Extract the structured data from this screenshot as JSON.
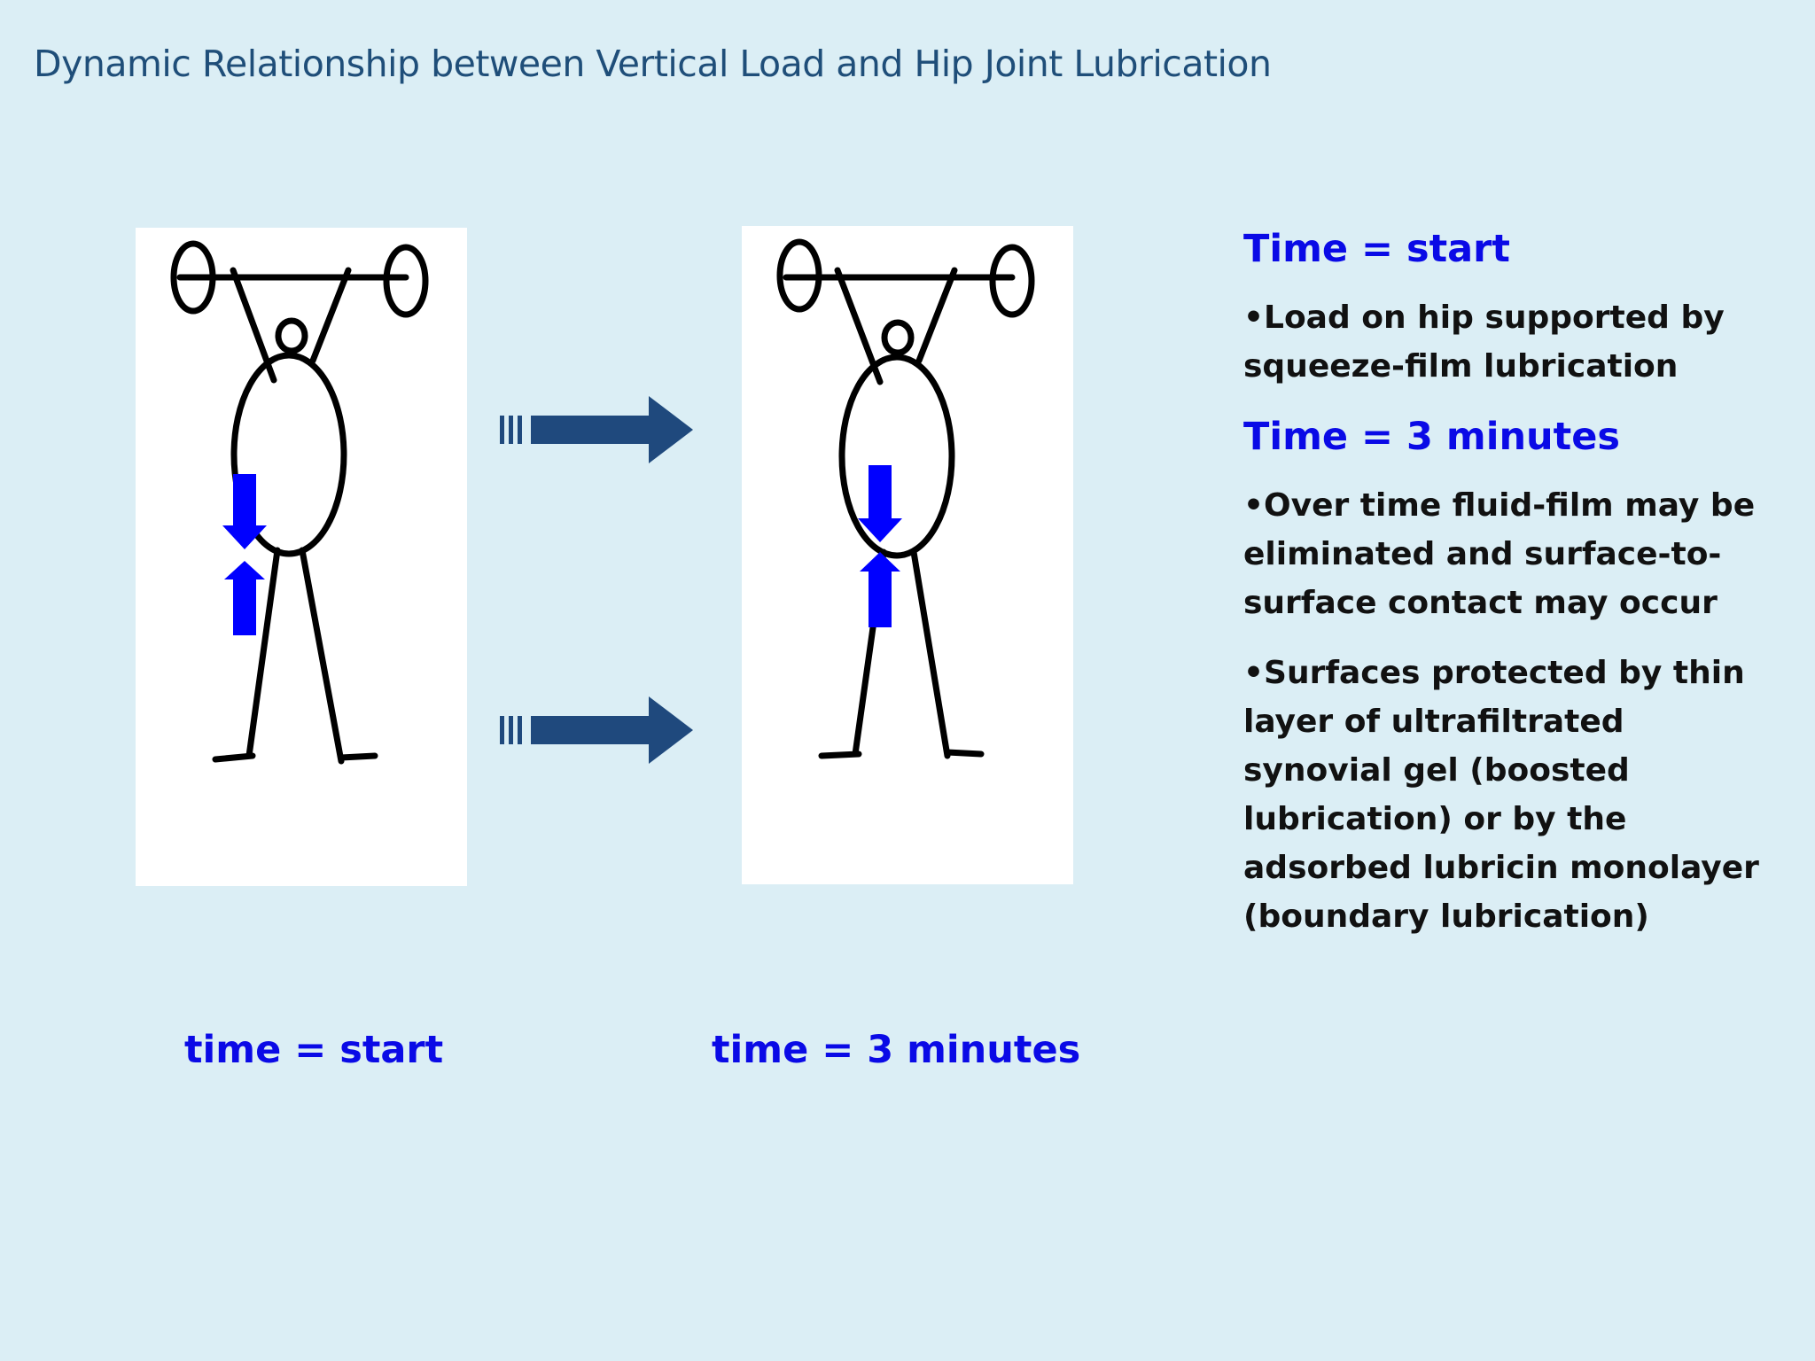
{
  "title": "Dynamic Relationship between Vertical Load and Hip Joint Lubrication",
  "figures": {
    "start_caption": "time = start",
    "three_min_caption": "time = 3 minutes"
  },
  "notes": {
    "heading_start": "Time = start",
    "bullet_start": "•Load on hip supported by squeeze-film lubrication",
    "heading_3min": "Time = 3 minutes",
    "bullet_3min_1": "•Over time fluid-film may be eliminated and surface-to-surface contact may occur",
    "bullet_3min_2": "•Surfaces protected by thin layer of ultrafiltrated synovial gel (boosted lubrication) or by the adsorbed lubricin monolayer (boundary lubrication)"
  },
  "colors": {
    "background": "#dbeef5",
    "title": "#1f4e79",
    "highlight_blue": "#0a0ae6",
    "arrow_navy": "#1f497d",
    "load_arrow": "#0000ff"
  }
}
